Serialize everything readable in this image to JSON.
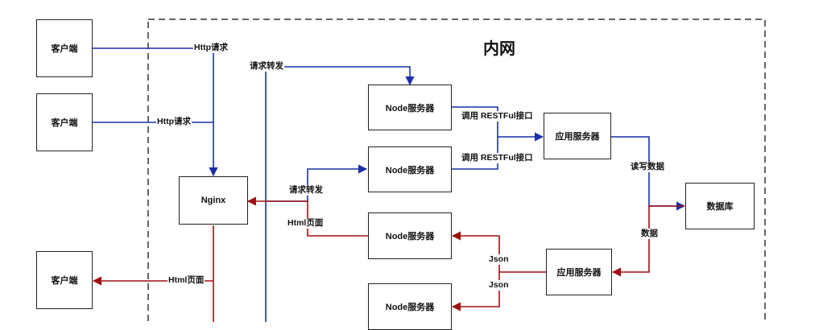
{
  "diagram": {
    "title": "内网",
    "clients": [
      "客户端",
      "客户端",
      "客户端"
    ],
    "nginx": "Nginx",
    "node_servers": [
      "Node服务器",
      "Node服务器",
      "Node服务器",
      "Node服务器"
    ],
    "app_servers": [
      "应用服务器",
      "应用服务器"
    ],
    "database": "数据库",
    "edge_labels": {
      "http_request_1": "Http请求",
      "http_request_2": "Http请求",
      "forward_1": "请求转发",
      "forward_2": "请求转发",
      "html_page_1": "Html页面",
      "html_page_2": "Html页面",
      "restful_1": "调用 RESTFul接口",
      "restful_2": "调用 RESTFul接口",
      "read_write": "读写数据",
      "data": "数据",
      "json_1": "Json",
      "json_2": "Json"
    },
    "colors": {
      "request_flow": "#1a2fa8",
      "response_flow": "#a01010",
      "boundary": "#333333"
    }
  }
}
